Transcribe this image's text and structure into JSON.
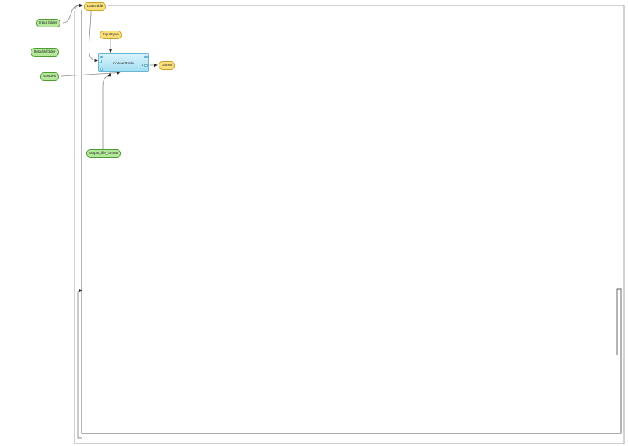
{
  "canvas": {
    "background_color": "#ffffff"
  },
  "palette": {
    "input_node_fill": "#b4e79c",
    "input_node_border": "#4f9e33",
    "data_node_fill": "#fbdf7c",
    "data_node_border": "#c9a22b",
    "step_fill_top": "#d9f2fb",
    "step_fill_bottom": "#a4def2",
    "step_border": "#68b6d4",
    "edge_color": "#8c8c8c",
    "outer_loop_color": "#b3b3b3",
    "inner_loop_color": "#5a5a5a",
    "arrow_color": "#2b2b2b"
  },
  "nodes": {
    "input_folder": {
      "label": "Input folder"
    },
    "results_folder": {
      "label": "Results folder"
    },
    "species": {
      "label": "Species"
    },
    "output_file_format": {
      "label": "output_file_format"
    },
    "datatable": {
      "label": "DataTable"
    },
    "input_type": {
      "label": "Input type"
    },
    "genes": {
      "label": "Genes"
    },
    "convert_table": {
      "label": "Convert table",
      "port_count_label": "1"
    }
  }
}
